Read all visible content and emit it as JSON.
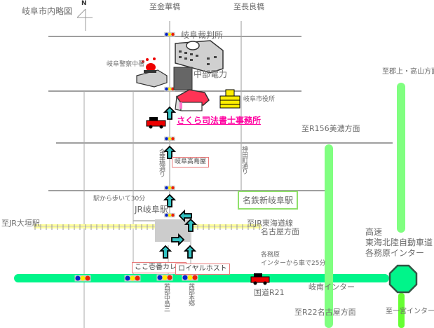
{
  "map": {
    "title": "岐阜市内略図",
    "north_label": "N",
    "colors": {
      "highway": "#00f58a",
      "expressway": "#80ff80",
      "railway": "#ffff99",
      "office_link": "#ff00a0",
      "arrow": "#33c2c2",
      "interchange": "#00f58a",
      "red_box_border": "#e87a7a",
      "green_box_border": "#8fe06a"
    },
    "directions": {
      "to_kinkabashi": "至金華橋",
      "to_nagarabashi": "至長良橋",
      "to_gujo_takayama": "至郡上・高山方面",
      "to_r156_mino": "至R156美濃方面",
      "to_jr_ogaki": "至JR大垣駅",
      "to_jr_tokaido_line1": "至JR東海道線",
      "to_jr_tokaido_line2": "名古屋方面",
      "to_r22_nagoya": "至R22名古屋方面",
      "to_ichinomiya_ic": "至一宮インター"
    },
    "landmarks": {
      "court": "岐阜裁判所",
      "police": "岐阜警察中署",
      "chubu_electric": "中部電力",
      "city_hall": "岐阜市役所",
      "office": "さくら司法書士事務所",
      "takashimaya": "岐阜高島屋",
      "meitetsu_station": "名鉄新岐阜駅",
      "jr_station": "JR岐阜駅",
      "walk_note": "駅から歩いて30分",
      "coco_ichiban": "ここ壱番カレー",
      "royal_host": "ロイヤルホスト"
    },
    "streets": {
      "kinkabashi_dori": "金華橋通り",
      "kandamachi_dori": "神田町通り",
      "kasebu_nakajima3": "茜部中島三",
      "kasebu_hongo": "茜部本郷",
      "route21": "国道R21",
      "ginan_ic": "岐南インター"
    },
    "expressway": {
      "line1": "高速",
      "line2": "東海北陸自動車道",
      "line3": "各務原インター"
    },
    "drive_note": {
      "line1": "各務原",
      "line2": "インターから車で25分"
    }
  }
}
